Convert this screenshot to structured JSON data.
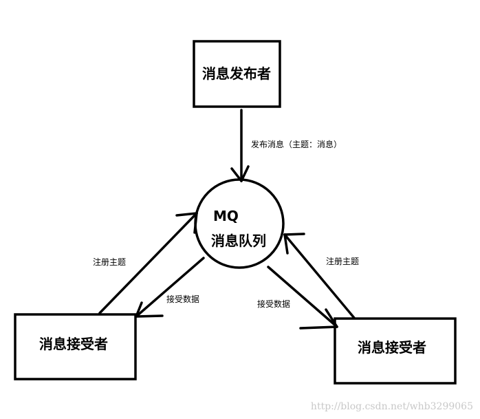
{
  "nodes": {
    "publisher": {
      "label": "消息发布者"
    },
    "queue": {
      "line1": "MQ",
      "line2": "消息队列"
    },
    "receiver_left": {
      "label": "消息接受者"
    },
    "receiver_right": {
      "label": "消息接受者"
    }
  },
  "edges": {
    "publish": {
      "label": "发布消息（主题：消息）"
    },
    "left_subscribe": {
      "label": "注册主题"
    },
    "left_receive": {
      "label": "接受数据"
    },
    "right_subscribe": {
      "label": "注册主题"
    },
    "right_receive": {
      "label": "接受数据"
    }
  },
  "watermark": {
    "text": "http://blog.csdn.net/whb3299065"
  },
  "colors": {
    "stroke": "#000000",
    "watermark": "#c8c8c8"
  }
}
